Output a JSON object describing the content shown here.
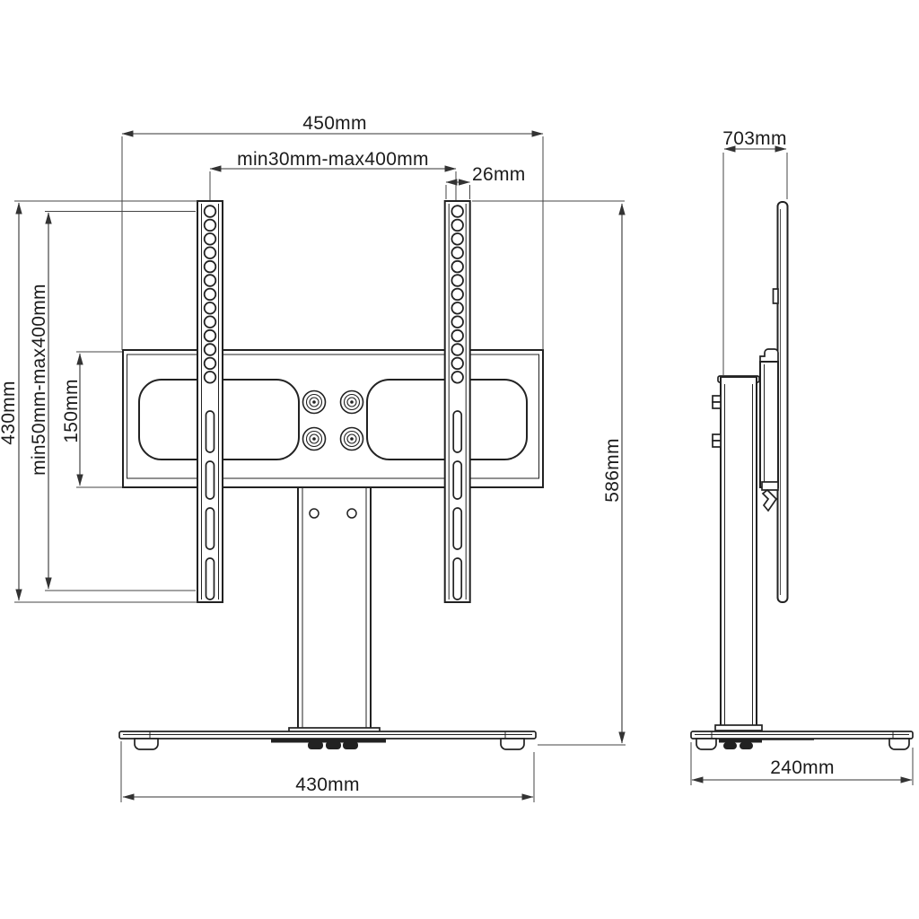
{
  "drawing": {
    "front_view": {
      "dim_plate_width": "450mm",
      "dim_vesa_width": "min30mm-max400mm",
      "dim_rail_width": "26mm",
      "dim_rail_height": "430mm",
      "dim_vesa_height": "min50mm-max400mm",
      "dim_bracket_height": "150mm",
      "dim_stand_height": "586mm",
      "dim_base_width": "430mm"
    },
    "side_view": {
      "dim_height": "703mm",
      "dim_base_depth": "240mm"
    },
    "colors": {
      "line": "#222222",
      "dimension": "#333333",
      "background": "#ffffff"
    }
  }
}
